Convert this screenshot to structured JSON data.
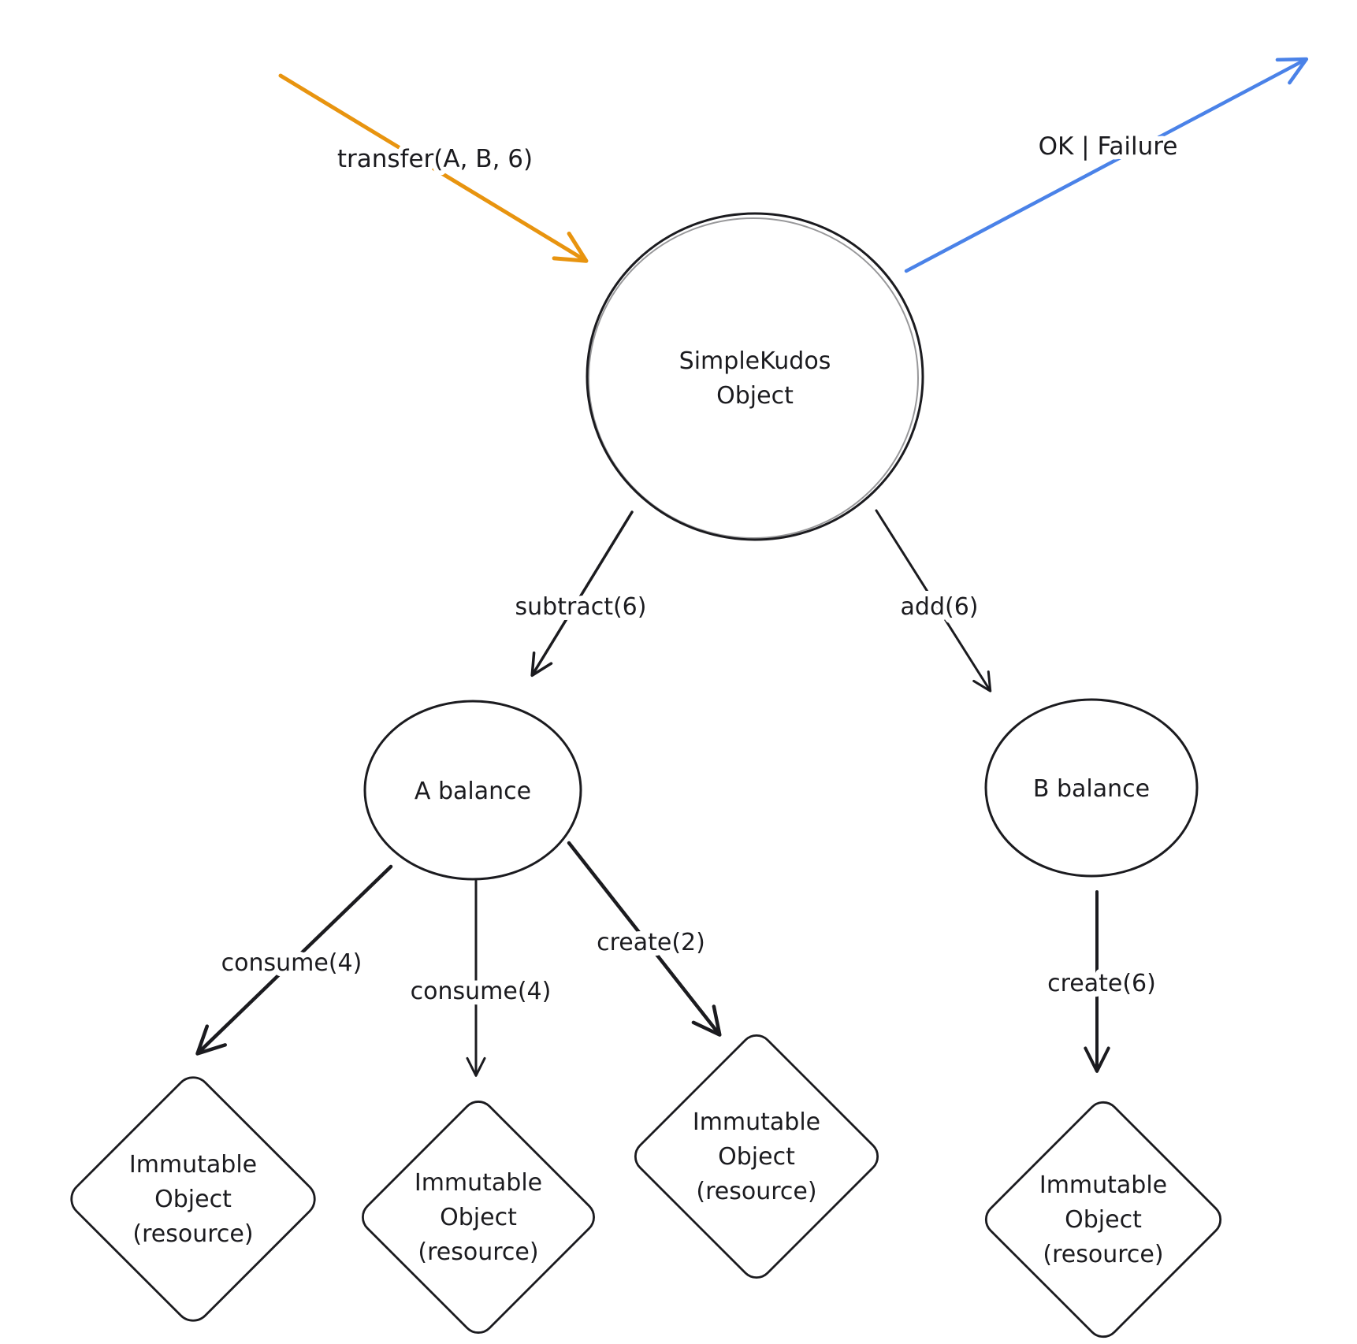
{
  "diagram": {
    "colors": {
      "orange": "#e8940f",
      "blue": "#4a82e8",
      "ink": "#1b1b1f"
    },
    "input_edge": {
      "label": "transfer(A, B, 6)"
    },
    "output_edge": {
      "label": "OK | Failure"
    },
    "root_node": {
      "line1": "SimpleKudos",
      "line2": "Object"
    },
    "nodes": {
      "a_balance": {
        "label": "A balance"
      },
      "b_balance": {
        "label": "B balance"
      }
    },
    "edges": {
      "subtract": {
        "label": "subtract(6)"
      },
      "add": {
        "label": "add(6)"
      },
      "consume_left": {
        "label": "consume(4)"
      },
      "consume_mid": {
        "label": "consume(4)"
      },
      "create_a": {
        "label": "create(2)"
      },
      "create_b": {
        "label": "create(6)"
      }
    },
    "resource_node": {
      "line1": "Immutable",
      "line2": "Object",
      "line3": "(resource)"
    }
  }
}
